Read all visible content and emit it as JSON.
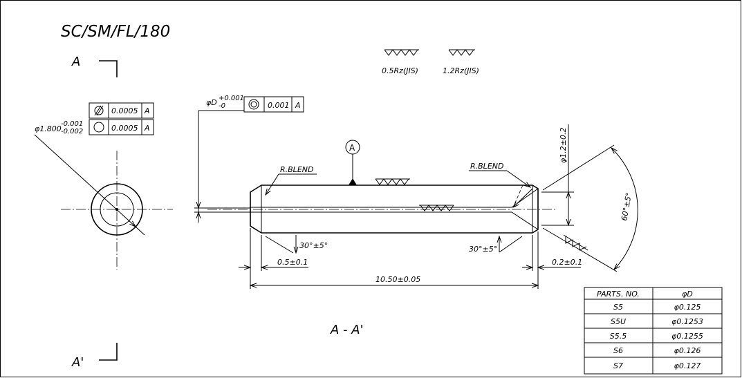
{
  "title": "SC/SM/FL/180",
  "section_view": {
    "label_top": "A",
    "label_bottom": "A'",
    "caption": "A - A'"
  },
  "roughness": {
    "fine": "0.5Rz(JIS)",
    "medium": "1.2Rz(JIS)"
  },
  "left_view": {
    "diameter_label": "φ1.800",
    "tol_upper": "-0.001",
    "tol_lower": "-0.002",
    "fcf_rows": [
      {
        "symbol": "cylindricity",
        "value": "0.0005",
        "datum": "A"
      },
      {
        "symbol": "circularity",
        "value": "0.0005",
        "datum": "A"
      }
    ]
  },
  "bore": {
    "label": "φD",
    "tol_upper": "+0.001",
    "tol_lower": "-0",
    "fcf": {
      "symbol": "concentricity",
      "value": "0.001",
      "datum": "A"
    }
  },
  "datum": {
    "letter": "A"
  },
  "dimensions": {
    "blend_left": "R.BLEND",
    "blend_right": "R.BLEND",
    "chamfer_left_angle": "30°±5°",
    "chamfer_right_angle": "30°±5°",
    "chamfer_left_len": "0.5±0.1",
    "chamfer_right_len": "0.2±0.1",
    "length": "10.50±0.05",
    "end_dia": "φ1.2±0.2",
    "cone_angle": "60°±5°"
  },
  "parts_table": {
    "headers": [
      "PARTS. NO.",
      "φD"
    ],
    "rows": [
      [
        "S5",
        "φ0.125"
      ],
      [
        "S5U",
        "φ0.1253"
      ],
      [
        "S5.5",
        "φ0.1255"
      ],
      [
        "S6",
        "φ0.126"
      ],
      [
        "S7",
        "φ0.127"
      ]
    ]
  }
}
